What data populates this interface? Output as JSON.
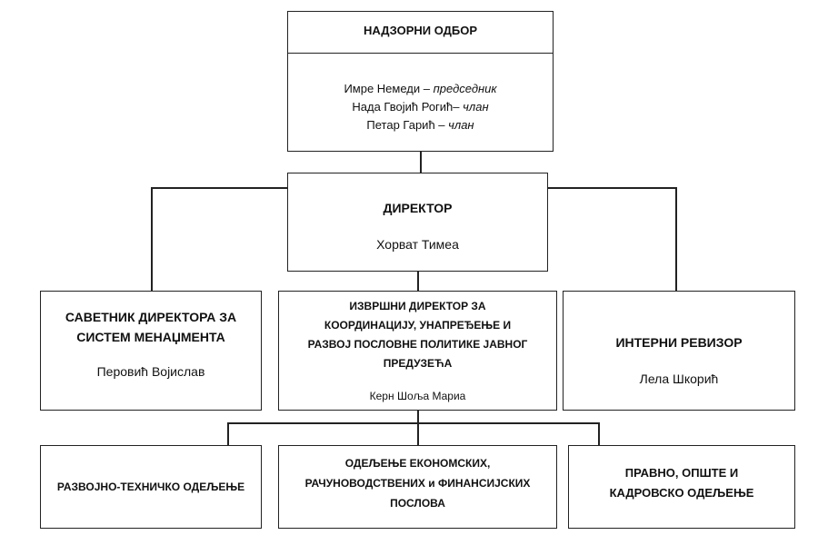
{
  "board": {
    "title": "НАДЗОРНИ ОДБОР",
    "members": [
      {
        "name": "Имре Немеди  –",
        "role": "председник"
      },
      {
        "name": "Нада Гвојић  Рогић–",
        "role": "члан"
      },
      {
        "name": "Петар Гарић –",
        "role": "члан"
      }
    ]
  },
  "director": {
    "title": "ДИРЕКТОР",
    "name": "Хорват Тимеа"
  },
  "advisor": {
    "title_line1": "САВЕТНИК ДИРЕКТОРА ЗА",
    "title_line2": "СИСТЕМ МЕНАЏМЕНТА",
    "name": "Перовић Војислав"
  },
  "executive": {
    "title_line1": "ИЗВРШНИ ДИРЕКТОР ЗА",
    "title_line2": "КООРДИНАЦИЈУ, УНАПРЕЂЕЊЕ И",
    "title_line3": "РАЗВОЈ ПОСЛОВНЕ ПОЛИТИКЕ ЈАВНОГ",
    "title_line4": "ПРЕДУЗЕЋА",
    "name": "Керн Шоља Мариа"
  },
  "auditor": {
    "title": "ИНТЕРНИ РЕВИЗОР",
    "name": "Лела Шкорић"
  },
  "departments": {
    "dev": {
      "line1": "РАЗВОЈНО-ТЕХНИЧКО ОДЕЉЕЊЕ"
    },
    "econ": {
      "line1": "ОДЕЉЕЊЕ ЕКОНОМСКИХ,",
      "line2": "РАЧУНОВОДСТВЕНИХ и ФИНАНСИЈСКИХ",
      "line3": "ПОСЛОВА"
    },
    "legal": {
      "line1": "ПРАВНО, ОПШТЕ И",
      "line2": "КАДРОВСКО ОДЕЉЕЊЕ"
    }
  }
}
